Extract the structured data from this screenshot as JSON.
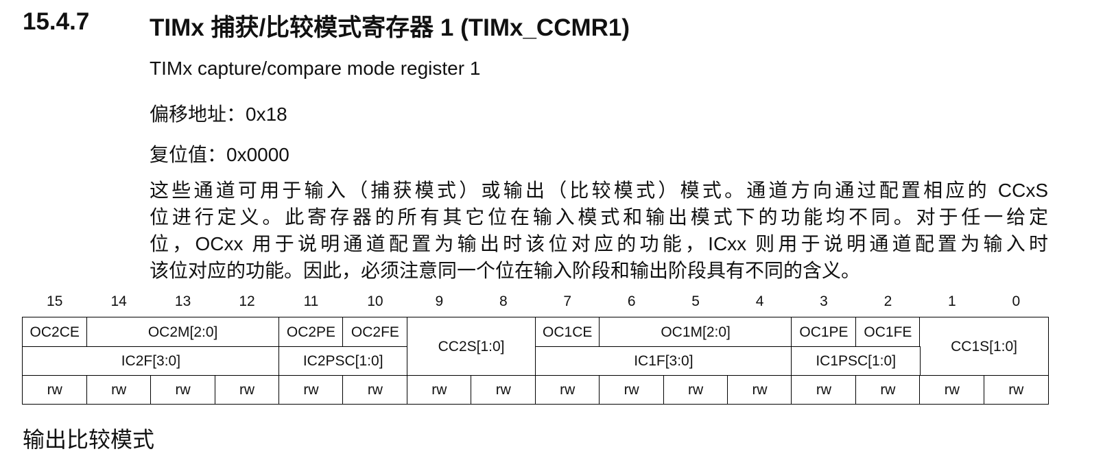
{
  "section": {
    "number": "15.4.7",
    "title": "TIMx 捕获/比较模式寄存器 1 (TIMx_CCMR1)"
  },
  "register": {
    "english_name": "TIMx capture/compare mode register 1",
    "offset": "偏移地址：0x18",
    "reset_value": "复位值：0x0000"
  },
  "description": {
    "lines": [
      "这些通道可用于输入（捕获模式）或输出（比较模式）模式。通道方向通过配置相应的 CCxS",
      "位进行定义。此寄存器的所有其它位在输入模式和输出模式下的功能均不同。对于任一给定",
      "位，OCxx 用于说明通道配置为输出时该位对应的功能，ICxx 则用于说明通道配置为输入时",
      "该位对应的功能。因此，必须注意同一个位在输入阶段和输出阶段具有不同的含义。"
    ]
  },
  "bit_numbers": [
    "15",
    "14",
    "13",
    "12",
    "11",
    "10",
    "9",
    "8",
    "7",
    "6",
    "5",
    "4",
    "3",
    "2",
    "1",
    "0"
  ],
  "fields": {
    "output_row": [
      {
        "label": "OC2CE",
        "span": 1
      },
      {
        "label": "OC2M[2:0]",
        "span": 3
      },
      {
        "label": "OC2PE",
        "span": 1
      },
      {
        "label": "OC2FE",
        "span": 1
      },
      {
        "label": "CC2S[1:0]",
        "span": 2,
        "rows": 2
      },
      {
        "label": "OC1CE",
        "span": 1
      },
      {
        "label": "OC1M[2:0]",
        "span": 3
      },
      {
        "label": "OC1PE",
        "span": 1
      },
      {
        "label": "OC1FE",
        "span": 1
      },
      {
        "label": "CC1S[1:0]",
        "span": 2,
        "rows": 2
      }
    ],
    "input_row": [
      {
        "label": "IC2F[3:0]",
        "span": 4
      },
      {
        "label": "IC2PSC[1:0]",
        "span": 2
      },
      {
        "label": null,
        "span": 2
      },
      {
        "label": "IC1F[3:0]",
        "span": 4
      },
      {
        "label": "IC1PSC[1:0]",
        "span": 2
      },
      {
        "label": null,
        "span": 2
      }
    ],
    "access": [
      "rw",
      "rw",
      "rw",
      "rw",
      "rw",
      "rw",
      "rw",
      "rw",
      "rw",
      "rw",
      "rw",
      "rw",
      "rw",
      "rw",
      "rw",
      "rw"
    ]
  },
  "next_heading": "输出比较模式"
}
